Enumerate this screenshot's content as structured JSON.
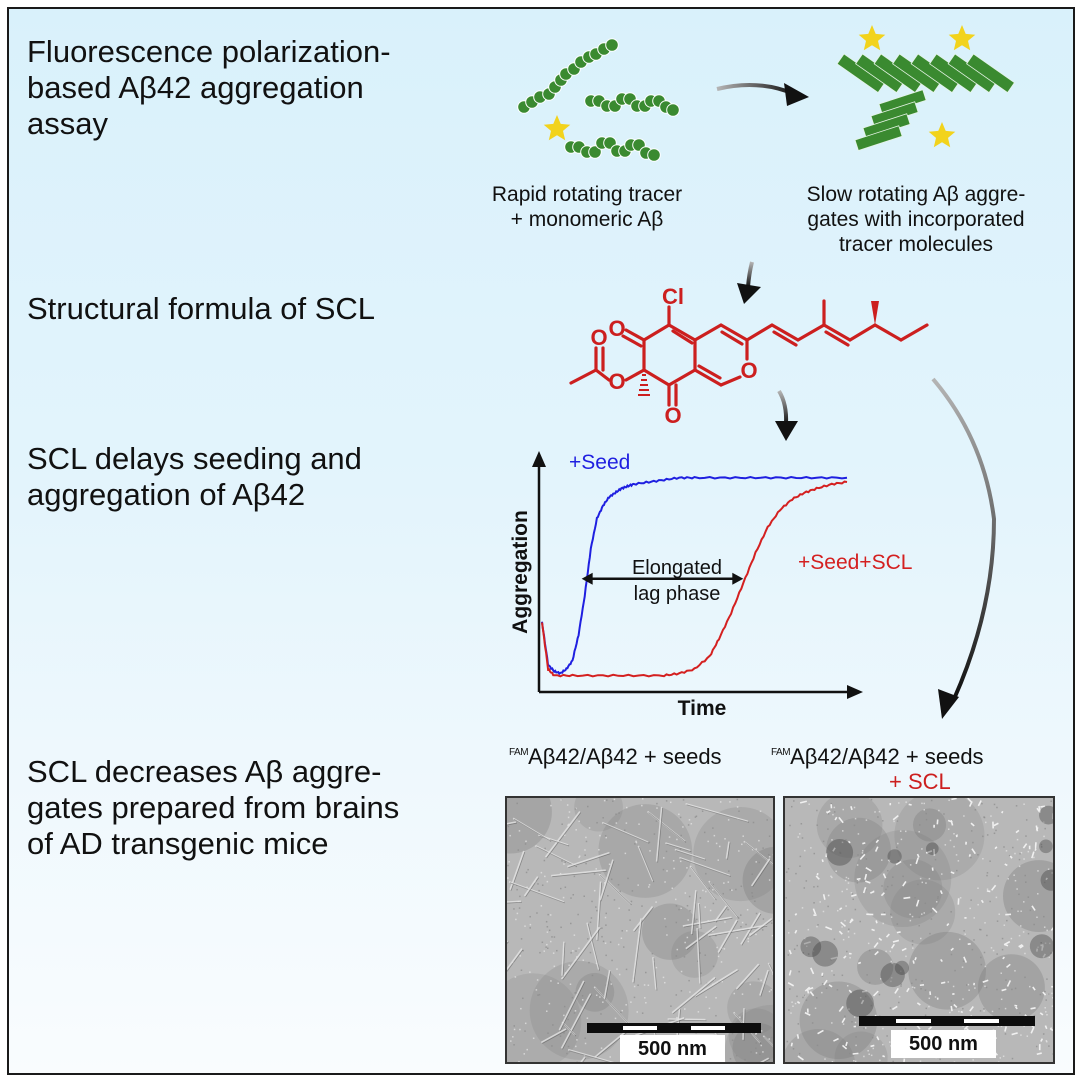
{
  "sections": [
    {
      "lines": [
        "Fluorescence polarization-",
        "based Aβ42 aggregation",
        "assay"
      ]
    },
    {
      "lines": [
        "Structural formula of SCL"
      ]
    },
    {
      "lines": [
        "SCL delays seeding and",
        "aggregation of Aβ42"
      ]
    },
    {
      "lines": [
        "SCL decreases Aβ aggre-",
        "gates prepared from brains",
        "of AD transgenic mice"
      ]
    }
  ],
  "assay": {
    "left_caption": [
      "Rapid rotating tracer",
      "+ monomeric Aβ"
    ],
    "right_caption": [
      "Slow rotating Aβ aggre-",
      "gates with incorporated",
      "tracer molecules"
    ]
  },
  "molecule": {
    "name": "SCL",
    "atoms": {
      "cl": "Cl",
      "o_ketone_top": "O",
      "o_ketone_bottom": "O",
      "o_ester": "O",
      "o_carbonyl": "O",
      "o_ring": "O"
    },
    "color": "#cc1f1f"
  },
  "chart_data": {
    "type": "line",
    "title": "",
    "xlabel": "Time",
    "ylabel": "Aggregation",
    "xlim": [
      0,
      100
    ],
    "ylim": [
      0,
      100
    ],
    "grid": false,
    "series": [
      {
        "name": "+Seed",
        "color": "#1f1fe0",
        "x": [
          0,
          2,
          4,
          6,
          8,
          10,
          12,
          14,
          16,
          18,
          20,
          22,
          24,
          26,
          28,
          30,
          35,
          40,
          45,
          50,
          60,
          70,
          80,
          90,
          100
        ],
        "y": [
          28,
          8,
          5,
          4,
          6,
          10,
          22,
          40,
          62,
          76,
          82,
          86,
          88,
          90,
          91,
          92,
          93,
          94,
          95,
          95,
          95,
          95,
          95,
          95,
          95
        ]
      },
      {
        "name": "+Seed+SCL",
        "color": "#d42020",
        "x": [
          0,
          2,
          4,
          10,
          20,
          30,
          40,
          45,
          50,
          55,
          58,
          62,
          66,
          70,
          74,
          78,
          82,
          86,
          90,
          95,
          100
        ],
        "y": [
          28,
          6,
          3,
          3,
          3,
          3,
          3,
          4,
          6,
          12,
          20,
          32,
          46,
          60,
          72,
          80,
          85,
          88,
          90,
          92,
          93
        ]
      }
    ],
    "annotations": [
      {
        "text": [
          "Elongated",
          "lag phase"
        ],
        "type": "double-arrow",
        "from_x": 13,
        "to_x": 66,
        "y": 48
      }
    ],
    "legend": "inline"
  },
  "em": {
    "panels": [
      {
        "title_sup": "FAM",
        "title": "Aβ42/Aβ42 + seeds",
        "title_extra": "",
        "scale_label": "500 nm"
      },
      {
        "title_sup": "FAM",
        "title": "Aβ42/Aβ42 + seeds",
        "title_extra": "+ SCL",
        "scale_label": "500 nm"
      }
    ]
  },
  "colors": {
    "green": "#3a8a30",
    "star": "#f2d31c",
    "red": "#cc1f1f",
    "blue": "#1f1fe0"
  }
}
